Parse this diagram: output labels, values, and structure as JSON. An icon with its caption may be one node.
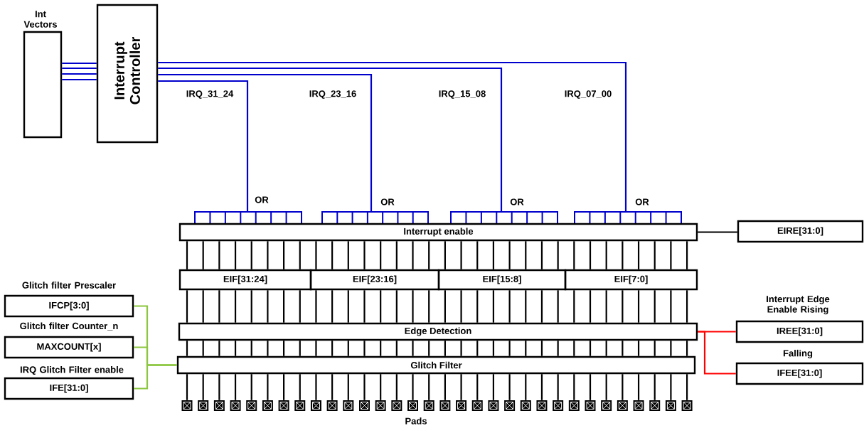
{
  "diagram": {
    "nodes": [
      {
        "text": [
          "Int Vectors"
        ]
      },
      {
        "text": [
          "Interrupt Controller"
        ]
      },
      {
        "text": [
          "OR"
        ]
      },
      {
        "text": [
          "OR"
        ]
      },
      {
        "text": [
          "OR"
        ]
      },
      {
        "text": [
          "OR"
        ]
      },
      {
        "text": [
          "Interrupt enable"
        ]
      },
      {
        "text": [
          "EIF[31:24]"
        ]
      },
      {
        "text": [
          "EIF[23:16]"
        ]
      },
      {
        "text": [
          "EIF[15:8]"
        ]
      },
      {
        "text": [
          "EIF[7:0]"
        ]
      },
      {
        "text": [
          "Edge Detection"
        ]
      },
      {
        "text": [
          "Glitch Filter"
        ]
      },
      {
        "text": [
          "EIRE[31:0]"
        ]
      },
      {
        "text": [
          "Glitch filter Prescaler",
          "IFCP[3:0]"
        ]
      },
      {
        "text": [
          "Glitch filter Counter_n",
          "MAXCOUNT[x]"
        ]
      },
      {
        "text": [
          "IRQ Glitch Filter enable",
          "IFE[31:0]"
        ]
      },
      {
        "text": [
          "Interrupt Edge Enable Rising",
          "IREE[31:0]"
        ]
      },
      {
        "text": [
          "Falling",
          "IFEE[31:0]"
        ]
      },
      {
        "text": [],
        "shape": "box"
      },
      {
        "text": [],
        "shape": "box"
      },
      {
        "text": [],
        "shape": "box"
      },
      {
        "text": [],
        "shape": "box"
      },
      {
        "text": [],
        "shape": "box"
      },
      {
        "text": [],
        "shape": "box"
      },
      {
        "text": [],
        "shape": "box"
      },
      {
        "text": [],
        "shape": "box"
      },
      {
        "text": [],
        "shape": "box"
      },
      {
        "text": [],
        "shape": "box"
      },
      {
        "text": [],
        "shape": "box"
      },
      {
        "text": [],
        "shape": "box"
      },
      {
        "text": [],
        "shape": "box"
      },
      {
        "text": [],
        "shape": "box"
      },
      {
        "text": [],
        "shape": "box"
      },
      {
        "text": [],
        "shape": "box"
      },
      {
        "text": [],
        "shape": "box"
      },
      {
        "text": [],
        "shape": "box"
      },
      {
        "text": [],
        "shape": "box"
      },
      {
        "text": [],
        "shape": "box"
      },
      {
        "text": [],
        "shape": "box"
      },
      {
        "text": [],
        "shape": "box"
      },
      {
        "text": [],
        "shape": "box"
      },
      {
        "text": [],
        "shape": "box"
      },
      {
        "text": [],
        "shape": "box"
      },
      {
        "text": [],
        "shape": "box"
      },
      {
        "text": [],
        "shape": "box"
      },
      {
        "text": [],
        "shape": "box"
      },
      {
        "text": [],
        "shape": "box"
      },
      {
        "text": [],
        "shape": "box"
      },
      {
        "text": [],
        "shape": "box"
      },
      {
        "text": [],
        "shape": "box"
      }
    ],
    "edges": [
      {
        "from": 0,
        "to": 1,
        "arrow": "none",
        "color": "#0000cc"
      },
      {
        "from": 1,
        "to": 2,
        "arrow": "none",
        "label": "IRQ_31_24",
        "color": "#0000cc"
      },
      {
        "from": 1,
        "to": 3,
        "arrow": "none",
        "label": "IRQ_23_16",
        "color": "#0000cc"
      },
      {
        "from": 1,
        "to": 4,
        "arrow": "none",
        "label": "IRQ_15_08",
        "color": "#0000cc"
      },
      {
        "from": 1,
        "to": 5,
        "arrow": "none",
        "label": "IRQ_07_00",
        "color": "#0000cc"
      },
      {
        "from": 7,
        "to": 6,
        "arrow": "none"
      },
      {
        "from": 8,
        "to": 6,
        "arrow": "none"
      },
      {
        "from": 9,
        "to": 6,
        "arrow": "none"
      },
      {
        "from": 10,
        "to": 6,
        "arrow": "none"
      },
      {
        "from": 11,
        "to": 7,
        "arrow": "none"
      },
      {
        "from": 11,
        "to": 8,
        "arrow": "none"
      },
      {
        "from": 11,
        "to": 9,
        "arrow": "none"
      },
      {
        "from": 11,
        "to": 10,
        "arrow": "none"
      },
      {
        "from": 12,
        "to": 11,
        "arrow": "none"
      },
      {
        "from": 6,
        "to": 13,
        "arrow": "none"
      },
      {
        "from": 14,
        "to": 12,
        "arrow": "none",
        "color": "#8cc63f"
      },
      {
        "from": 15,
        "to": 12,
        "arrow": "none",
        "color": "#8cc63f"
      },
      {
        "from": 16,
        "to": 12,
        "arrow": "none",
        "color": "#8cc63f"
      },
      {
        "from": 11,
        "to": 17,
        "arrow": "none",
        "color": "#ff0000"
      },
      {
        "from": 11,
        "to": 18,
        "arrow": "none",
        "color": "#ff0000"
      },
      {
        "from": 12,
        "to": 19,
        "arrow": "none"
      },
      {
        "from": 12,
        "to": 20,
        "arrow": "none"
      },
      {
        "from": 12,
        "to": 21,
        "arrow": "none"
      },
      {
        "from": 12,
        "to": 22,
        "arrow": "none"
      },
      {
        "from": 12,
        "to": 23,
        "arrow": "none"
      },
      {
        "from": 12,
        "to": 24,
        "arrow": "none"
      },
      {
        "from": 12,
        "to": 25,
        "arrow": "none"
      },
      {
        "from": 12,
        "to": 26,
        "arrow": "none"
      },
      {
        "from": 12,
        "to": 27,
        "arrow": "none"
      },
      {
        "from": 12,
        "to": 28,
        "arrow": "none"
      },
      {
        "from": 12,
        "to": 29,
        "arrow": "none"
      },
      {
        "from": 12,
        "to": 30,
        "arrow": "none"
      },
      {
        "from": 12,
        "to": 31,
        "arrow": "none"
      },
      {
        "from": 12,
        "to": 32,
        "arrow": "none"
      },
      {
        "from": 12,
        "to": 33,
        "arrow": "none"
      },
      {
        "from": 12,
        "to": 34,
        "arrow": "none"
      },
      {
        "from": 12,
        "to": 35,
        "arrow": "none"
      },
      {
        "from": 12,
        "to": 36,
        "arrow": "none"
      },
      {
        "from": 12,
        "to": 37,
        "arrow": "none"
      },
      {
        "from": 12,
        "to": 38,
        "arrow": "none"
      },
      {
        "from": 12,
        "to": 39,
        "arrow": "none"
      },
      {
        "from": 12,
        "to": 40,
        "arrow": "none"
      },
      {
        "from": 12,
        "to": 41,
        "arrow": "none"
      },
      {
        "from": 12,
        "to": 42,
        "arrow": "none"
      },
      {
        "from": 12,
        "to": 43,
        "arrow": "none"
      },
      {
        "from": 12,
        "to": 44,
        "arrow": "none"
      },
      {
        "from": 12,
        "to": 45,
        "arrow": "none"
      },
      {
        "from": 12,
        "to": 46,
        "arrow": "none"
      },
      {
        "from": 12,
        "to": 47,
        "arrow": "none"
      },
      {
        "from": 12,
        "to": 48,
        "arrow": "none"
      },
      {
        "from": 12,
        "to": 49,
        "arrow": "none"
      },
      {
        "from": 12,
        "to": 50,
        "arrow": "none"
      }
    ],
    "labels": [
      "Pads"
    ]
  }
}
